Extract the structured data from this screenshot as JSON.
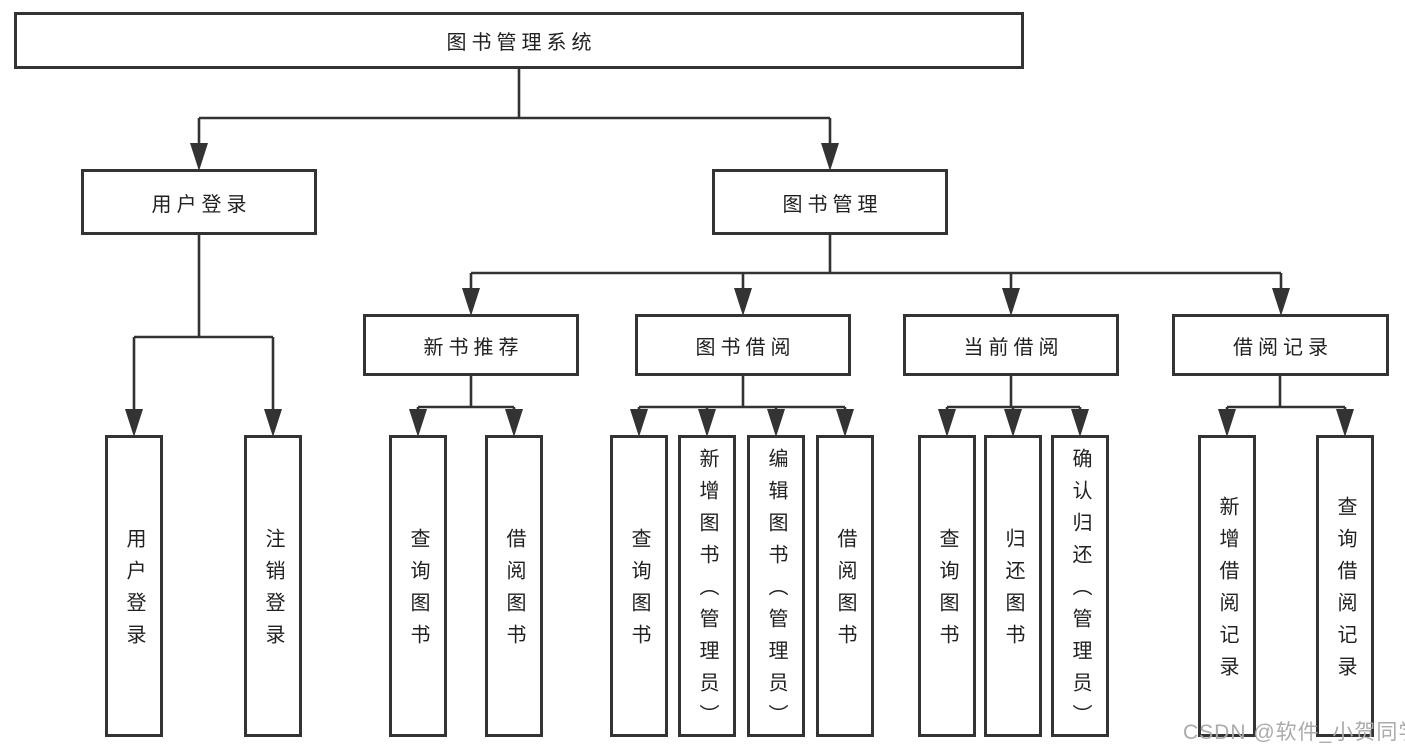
{
  "diagram": {
    "root": {
      "label": "图书管理系统"
    },
    "level2": {
      "user_login": {
        "label": "用户登录"
      },
      "book_mgmt": {
        "label": "图书管理"
      }
    },
    "level3": {
      "new_books": {
        "label": "新书推荐"
      },
      "borrowing": {
        "label": "图书借阅"
      },
      "current": {
        "label": "当前借阅"
      },
      "records": {
        "label": "借阅记录"
      }
    },
    "leaves": {
      "user_login": [
        "用户登录",
        "注销登录"
      ],
      "new_books": [
        "查询图书",
        "借阅图书"
      ],
      "borrowing": [
        "查询图书",
        "新增图书（管理员）",
        "编辑图书（管理员）",
        "借阅图书"
      ],
      "current": [
        "查询图书",
        "归还图书",
        "确认归还（管理员）"
      ],
      "records": [
        "新增借阅记录",
        "查询借阅记录"
      ]
    }
  },
  "watermark": {
    "text": "CSDN @软件_小贺同学"
  },
  "colors": {
    "line": "#333333",
    "border": "#333333",
    "text": "#212121",
    "watermark": "#ababab",
    "background": "#ffffff"
  }
}
